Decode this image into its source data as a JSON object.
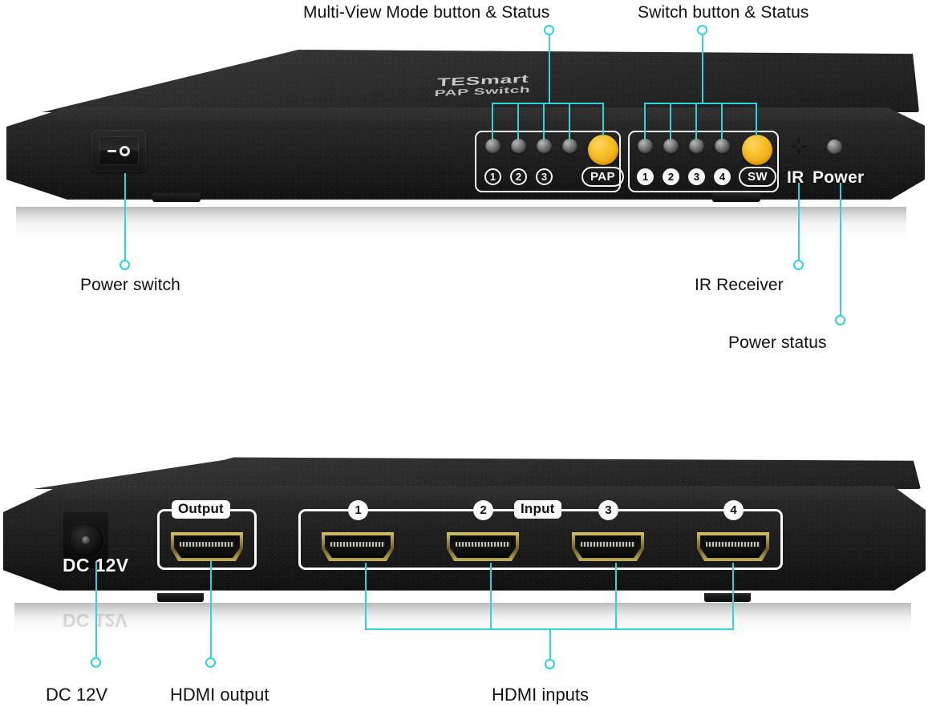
{
  "diagram": {
    "title": "HDMI PAP Switch — front and rear panel callouts",
    "accent_color": "#2fd4d4",
    "amber_color": "#f5bc22",
    "chassis_color": "#1c1c1c"
  },
  "brand": {
    "name": "TESmart",
    "model": "PAP Switch"
  },
  "front_panel": {
    "callouts": {
      "multiview": "Multi-View Mode button & Status",
      "switch": "Switch button & Status",
      "power_switch": "Power switch",
      "ir_receiver": "IR Receiver",
      "power_status": "Power status"
    },
    "power_switch": {
      "on_mark": "—",
      "off_mark": "O"
    },
    "pap_group": {
      "status_labels": [
        "1",
        "2",
        "3"
      ],
      "button_label": "PAP",
      "led_count": 4
    },
    "sw_group": {
      "status_labels": [
        "1",
        "2",
        "3",
        "4"
      ],
      "button_label": "SW",
      "led_count": 4
    },
    "ir_label": "IR",
    "power_label": "Power"
  },
  "rear_panel": {
    "dc_label": "DC 12V",
    "output_label": "Output",
    "input_label": "Input",
    "input_numbers": [
      "1",
      "2",
      "3",
      "4"
    ],
    "callouts": {
      "dc": "DC 12V",
      "hdmi_output": "HDMI output",
      "hdmi_inputs": "HDMI inputs"
    }
  }
}
